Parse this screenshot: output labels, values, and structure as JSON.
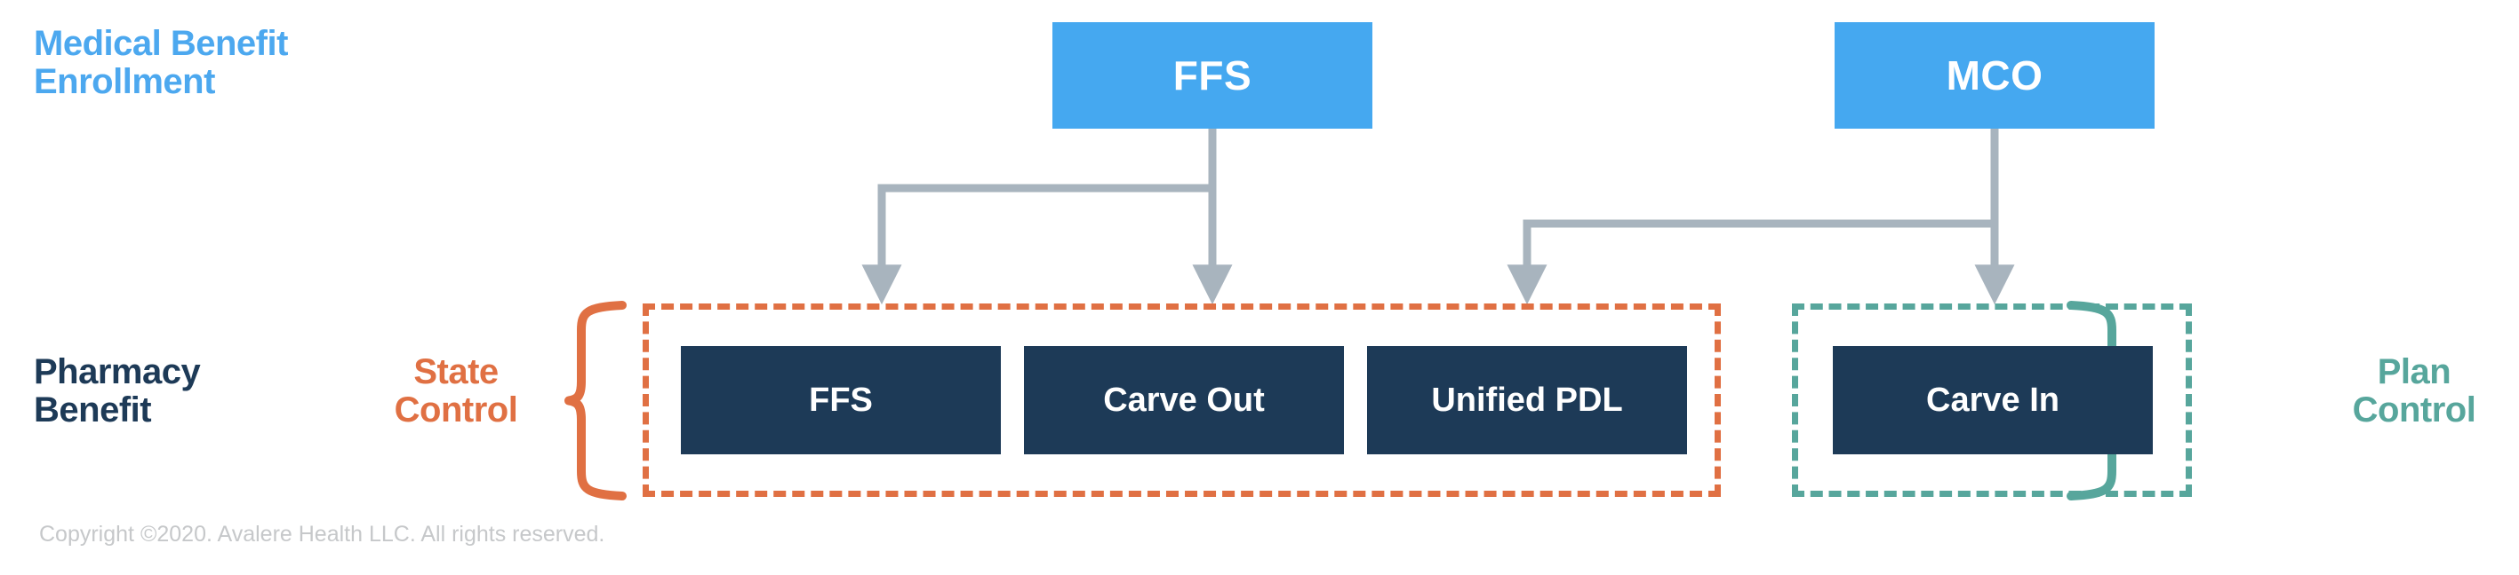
{
  "diagram": {
    "title_rows": {
      "medical_benefit_enrollment": "Medical Benefit\nEnrollment",
      "pharmacy_benefit": "Pharmacy\nBenefit"
    },
    "top_row": {
      "nodes": [
        {
          "id": "ffs-top",
          "label": "FFS"
        },
        {
          "id": "mco-top",
          "label": "MCO"
        }
      ]
    },
    "bottom_row": {
      "nodes": [
        {
          "id": "ffs-bottom",
          "label": "FFS"
        },
        {
          "id": "carve-out",
          "label": "Carve Out"
        },
        {
          "id": "unified-pdl",
          "label": "Unified PDL"
        },
        {
          "id": "carve-in",
          "label": "Carve In"
        }
      ]
    },
    "groups": [
      {
        "id": "state",
        "label": "State\nControl",
        "color": "#E07043"
      },
      {
        "id": "plan",
        "label": "Plan\nControl",
        "color": "#57A69C"
      }
    ],
    "connectors": {
      "color": "#A8B4BE",
      "edges": [
        {
          "from": "ffs-top",
          "to": "ffs-bottom"
        },
        {
          "from": "ffs-top",
          "to": "carve-out"
        },
        {
          "from": "mco-top",
          "to": "unified-pdl"
        },
        {
          "from": "mco-top",
          "to": "carve-in"
        }
      ]
    },
    "colors": {
      "accent_blue": "#45A8F0",
      "navy": "#1D3A57",
      "orange": "#E07043",
      "teal": "#57A69C",
      "connector_gray": "#A8B4BE",
      "footer_gray": "#C6C8CA",
      "background": "#FFFFFF"
    }
  },
  "footer": {
    "copyright": "Copyright ©2020. Avalere Health LLC. All rights reserved."
  }
}
